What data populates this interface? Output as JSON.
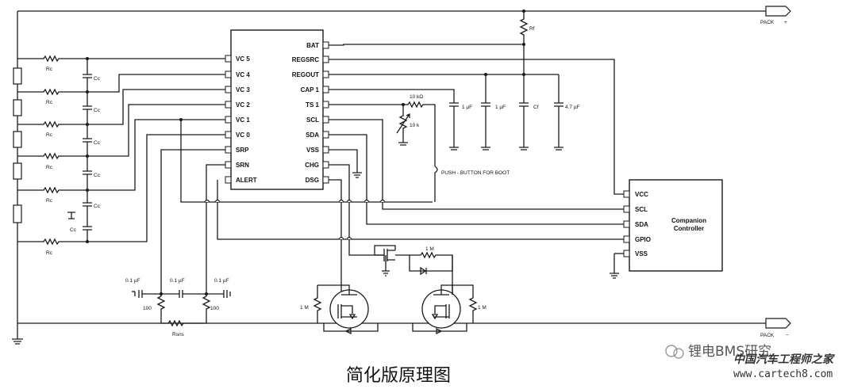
{
  "caption": "简化版原理图",
  "terminals": {
    "pack_plus": "PACK",
    "pack_plus_sign": "+",
    "pack_minus": "PACK",
    "pack_minus_sign": "−"
  },
  "ic_main": {
    "left_pins": [
      "VC 5",
      "VC 4",
      "VC 3",
      "VC 2",
      "VC 1",
      "VC 0",
      "SRP",
      "SRN",
      "ALERT"
    ],
    "right_pins": [
      "BAT",
      "REGSRC",
      "REGOUT",
      "CAP  1",
      "TS 1",
      "SCL",
      "SDA",
      "VSS",
      "CHG",
      "DSG"
    ]
  },
  "ic_companion": {
    "title_line1": "Companion",
    "title_line2": "Controller",
    "pins": [
      "VCC",
      "SCL",
      "SDA",
      "GPIO",
      "VSS"
    ]
  },
  "labels": {
    "rc": "Rc",
    "cc": "Cc",
    "rf": "Rf",
    "cf": "Cf",
    "cap_1uf": "1 µF",
    "cap_4_7uf": "4.7 µF",
    "r_10k_ohm": "10 kΩ",
    "ntc_10k": "10 k",
    "push_button": "PUSH - BUTTON FOR BOOT",
    "cap_0_1uf": "0.1  µF",
    "r_100": "100",
    "rsns": "Rsns",
    "r_1m": "1 M"
  },
  "watermark": {
    "wechat": "锂电BMS研究",
    "site_cn": "中国汽车工程师之家",
    "site_url": "www.cartech8.com"
  }
}
